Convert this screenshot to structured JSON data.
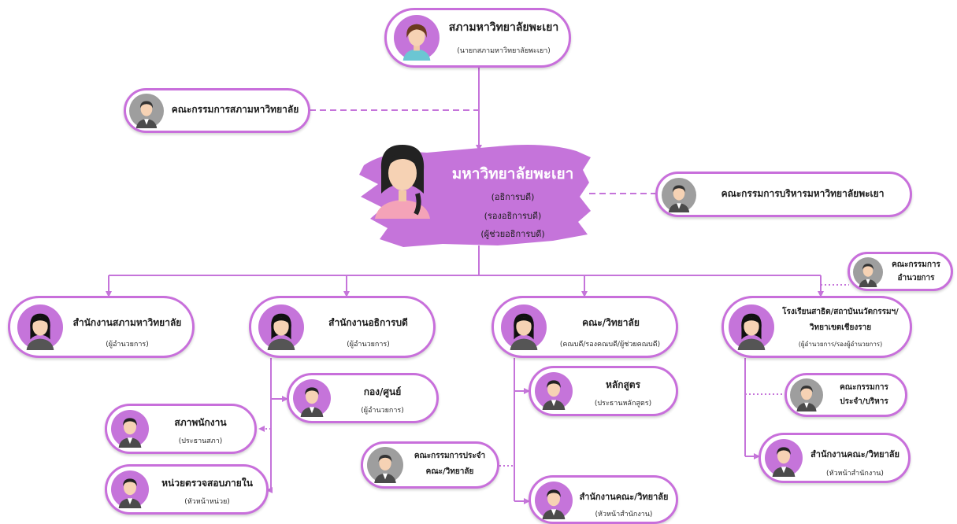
{
  "colors": {
    "accent": "#c574da",
    "border": "#c86fdb",
    "council_grey": "#9e9e9e"
  },
  "council": {
    "title": "สภามหาวิทยาลัยพะเยา",
    "subtitle": "(นายกสภามหาวิทยาลัยพะเยา)"
  },
  "council_committee": {
    "title": "คณะกรรมการสภามหาวิทยาลัย"
  },
  "university": {
    "title": "มหาวิทยาลัยพะเยา",
    "roles": [
      "(อธิการบดี)",
      "(รองอธิการบดี)",
      "(ผู้ช่วยอธิการบดี)"
    ]
  },
  "admin_committee": {
    "title": "คณะกรรมการบริหารมหาวิทยาลัยพะเยา"
  },
  "council_office": {
    "title": "สำนักงานสภามหาวิทยาลัย",
    "subtitle": "(ผู้อำนวยการ)"
  },
  "president_office": {
    "title": "สำนักงานอธิการบดี",
    "subtitle": "(ผู้อำนวยการ)"
  },
  "division": {
    "title": "กอง/ศูนย์",
    "subtitle": "(ผู้อำนวยการ)"
  },
  "staff_council": {
    "title": "สภาพนักงาน",
    "subtitle": "(ประธานสภา)"
  },
  "internal_audit": {
    "title": "หน่วยตรวจสอบภายใน",
    "subtitle": "(หัวหน้าหน่วย)"
  },
  "faculty": {
    "title": "คณะ/วิทยาลัย",
    "subtitle": "(คณบดี/รองคณบดี/ผู้ช่วยคณบดี)"
  },
  "curriculum": {
    "title": "หลักสูตร",
    "subtitle": "(ประธานหลักสูตร)"
  },
  "faculty_committee": {
    "title_line1": "คณะกรรมการประจำ",
    "title_line2": "คณะ/วิทยาลัย"
  },
  "faculty_office": {
    "title": "สำนักงานคณะ/วิทยาลัย",
    "subtitle": "(หัวหน้าสำนักงาน)"
  },
  "school": {
    "title_line1": "โรงเรียนสาธิต/สถาบันนวัตกรรมฯ/",
    "title_line2": "วิทยาเขตเชียงราย",
    "subtitle": "(ผู้อำนวยการ/รองผู้อำนวยการ)"
  },
  "director_committee": {
    "title_line1": "คณะกรรมการ",
    "title_line2": "อำนวยการ"
  },
  "school_committee": {
    "title_line1": "คณะกรรมการ",
    "title_line2": "ประจำ/บริหาร"
  },
  "school_office": {
    "title": "สำนักงานคณะ/วิทยาลัย",
    "subtitle": "(หัวหน้าสำนักงาน)"
  }
}
